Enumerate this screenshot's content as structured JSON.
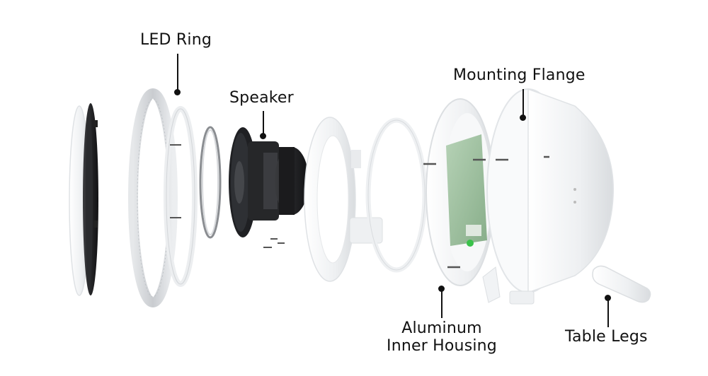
{
  "labels": {
    "led_ring": "LED Ring",
    "speaker": "Speaker",
    "mounting_flange": "Mounting Flange",
    "aluminum_inner_housing_line1": "Aluminum",
    "aluminum_inner_housing_line2": "Inner Housing",
    "table_legs": "Table Legs"
  },
  "colors": {
    "label_text": "#111111",
    "part_white": "#f4f5f6",
    "part_shadow": "#d8dbde",
    "speaker_black": "#1b1b1d",
    "pcb_green": "#9fc2a0",
    "led_green": "#3ac24a"
  }
}
